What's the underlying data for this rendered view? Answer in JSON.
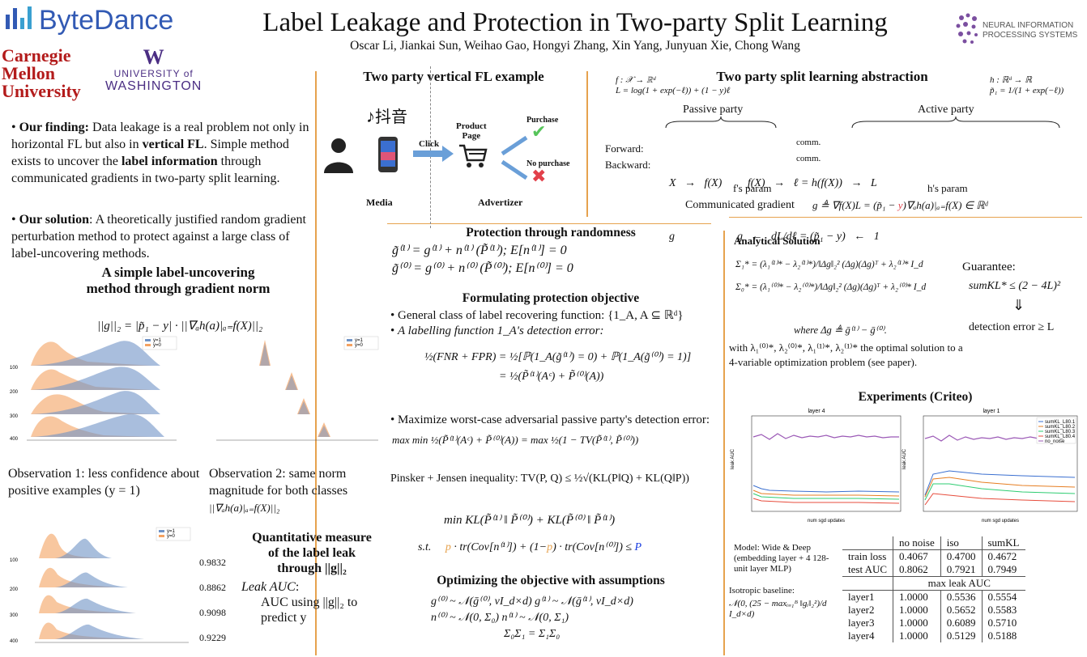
{
  "header": {
    "title": "Label Leakage and Protection in Two-party Split Learning",
    "authors": "Oscar Li, Jiankai Sun, Weihao Gao, Hongyi Zhang, Xin Yang, Junyuan Xie, Chong Wang",
    "logos": {
      "bytedance": "ByteDance",
      "cmu": [
        "Carnegie",
        "Mellon",
        "University"
      ],
      "uw_top": "UNIVERSITY of",
      "uw_bottom": "WASHINGTON",
      "neurips": [
        "NEURAL INFORMATION",
        "PROCESSING SYSTEMS"
      ]
    }
  },
  "left": {
    "finding_label": "Our finding:",
    "finding_text_a": " Data leakage is a real problem not only in horizontal FL but also in ",
    "finding_vfl": "vertical FL",
    "finding_text_b": ". Simple method exists to uncover the ",
    "finding_bold2": "label information",
    "finding_text_c": " through communicated gradients  in two-party split learning.",
    "solution_label": "Our solution",
    "solution_text": ": A theoretically justified random gradient perturbation method to protect against a large class of label-uncovering methods.",
    "method_title_1": "A simple label-uncovering",
    "method_title_2": "method through gradient norm",
    "norm_eq": "||g||₂ = |p̃₁ − y| · ||∇ₐh(a)|ₐ₌f(X)||₂",
    "obs1": "Observation 1: less confidence about positive examples (y = 1)",
    "obs2": "Observation 2: same norm magnitude for both classes",
    "obs2_sub": "||∇ₐh(a)|ₐ₌f(X)||₂",
    "quant_title": "Quantitative measure of the label leak through ||g||₂",
    "leak_auc_label": "Leak AUC",
    "leak_auc_text": "AUC using ||g||₂ to predict y",
    "leak_values": [
      "0.9832",
      "0.8862",
      "0.9098",
      "0.9229"
    ],
    "plot_y_ticks": [
      "100",
      "200",
      "300",
      "400"
    ],
    "legend": [
      "y=1",
      "y=0"
    ]
  },
  "middle": {
    "vfl_title": "Two party vertical FL example",
    "tiktok": "抖音",
    "media_label": "Media",
    "advertizer_label": "Advertizer",
    "click_label": "Click",
    "product_page": [
      "Product",
      "Page"
    ],
    "purchase": "Purchase",
    "no_purchase": "No purchase",
    "prot_title": "Protection through randomness",
    "prot_eq1": "g̃⁽¹⁾ = g⁽¹⁾ + n⁽¹⁾   (P̃⁽¹⁾);      E[n⁽¹⁾] = 0",
    "prot_eq2": "g̃⁽⁰⁾ = g⁽⁰⁾ + n⁽⁰⁾   (P̃⁽⁰⁾);      E[n⁽⁰⁾] = 0",
    "form_title": "Formulating protection objective",
    "form_b1": "General class of label recovering function: {1_A, A ⊆ ℝᵈ}",
    "form_b2": "A labelling function 1_A's detection error:",
    "form_eq1": "½(FNR + FPR) = ½[ℙ(1_A(g̃⁽¹⁾) = 0) + ℙ(1_A(g̃⁽⁰⁾) = 1)]",
    "form_eq2": "= ½(P̃⁽¹⁾(Aᶜ) + P̃⁽⁰⁾(A))",
    "max_b": "Maximize worst-case adversarial passive party's detection error:",
    "max_eq": "max min ½(P̃⁽¹⁾(Aᶜ) + P̃⁽⁰⁾(A)) = max ½(1 − TV(P̃⁽¹⁾, P̃⁽⁰⁾))",
    "pinsker": "Pinsker + Jensen inequality: TV(P, Q) ≤ ½√(KL(P‖Q) + KL(Q‖P))",
    "opt_eq1": "min KL(P̃⁽¹⁾ ‖ P̃⁽⁰⁾) + KL(P̃⁽⁰⁾ ‖ P̃⁽¹⁾)",
    "opt_st": "s.t.",
    "opt_p1": "p",
    "opt_mid": " · tr(Cov[n⁽¹⁾]) + (1−",
    "opt_p2": "p",
    "opt_end": ") · tr(Cov[n⁽⁰⁾]) ≤ ",
    "opt_P": "P",
    "assume_title": "Optimizing the objective with assumptions",
    "assume_eq1": "g⁽⁰⁾ ~ 𝒩(ḡ⁽⁰⁾, vI_d×d)   g⁽¹⁾ ~ 𝒩(ḡ⁽¹⁾, vI_d×d)",
    "assume_eq2": "n⁽⁰⁾ ~ 𝒩(0, Σ₀)          n⁽¹⁾ ~ 𝒩(0, Σ₁)",
    "assume_eq3": "Σ₀Σ₁ = Σ₁Σ₀"
  },
  "right": {
    "split_title": "Two party split learning abstraction",
    "f_def": "f : 𝒳 → ℝᵈ",
    "L_def": "L = log(1 + exp(−ℓ)) + (1 − y)ℓ",
    "h_def": "h : ℝᵈ → ℝ",
    "p_def": "p̃₁ = 1/(1 + exp(−ℓ))",
    "passive": "Passive party",
    "active": "Active party",
    "forward": "Forward:",
    "backward": "Backward:",
    "comm": "comm.",
    "fwd_chain": "X   →   f(X)         f(X)   →   ℓ = h(f(X))   →   L",
    "bwd_chain": "g                      g   ←   dL/dℓ = (p̃₁ − y)   ←   1",
    "f_param": "f's param",
    "h_param": "h's param",
    "comm_grad_label": "Communicated gradient",
    "comm_grad_eq_a": "g ≜ ∇f(X)L = (p̃₁ − ",
    "comm_grad_y": "y",
    "comm_grad_eq_b": ")∇ₐh(a)|ₐ₌f(X) ∈ ℝᵈ",
    "analytical_title": "Analytical Solution",
    "sigma1": "Σ₁* = (λ₁⁽¹⁾* − λ₂⁽¹⁾*)/‖Δg‖₂² (Δg)(Δg)ᵀ + λ₂⁽¹⁾* I_d",
    "sigma0": "Σ₀* = (λ₁⁽⁰⁾* − λ₂⁽⁰⁾*)/‖Δg‖₂² (Δg)(Δg)ᵀ + λ₂⁽⁰⁾* I_d",
    "where": "where Δg ≜ ḡ⁽¹⁾ − ḡ⁽⁰⁾.",
    "with_text": "with λ₁⁽⁰⁾*, λ₂⁽⁰⁾*, λ₁⁽¹⁾*, λ₂⁽¹⁾* the optimal solution to a 4-variable optimization problem (see paper).",
    "guarantee": "Guarantee:",
    "guarantee_eq": "sumKL* ≤ (2 − 4L)²",
    "guarantee_arrow": "⇓",
    "detect": "detection error  ≥ L",
    "exp_title": "Experiments (Criteo)",
    "plot_titles": [
      "layer 4",
      "layer 1"
    ],
    "plot_legend": [
      "sumKL_L80.1",
      "sumKL_L80.2",
      "sumKL_L80.3",
      "sumKL_L80.4",
      "no_noise"
    ],
    "plot_xlabel": "num sgd updates",
    "plot_ylabel": "leak AUC",
    "model": "Model: Wide & Deep (embedding layer + 4 128-unit layer MLP)",
    "iso_base": "Isotropic baseline:",
    "iso_eq": "𝒩(0, (25 − maxᵢ₌₁ᴮ ‖gᵢ‖₂²)/d I_d×d)",
    "table": {
      "headers": [
        "",
        "no noise",
        "iso",
        "sumKL"
      ],
      "rows1": [
        [
          "train loss",
          "0.4067",
          "0.4700",
          "0.4672"
        ],
        [
          "test AUC",
          "0.8062",
          "0.7921",
          "0.7949"
        ]
      ],
      "subheader": "max leak AUC",
      "rows2": [
        [
          "layer1",
          "1.0000",
          "0.5536",
          "0.5554"
        ],
        [
          "layer2",
          "1.0000",
          "0.5652",
          "0.5583"
        ],
        [
          "layer3",
          "1.0000",
          "0.6089",
          "0.5710"
        ],
        [
          "layer4",
          "1.0000",
          "0.5129",
          "0.5188"
        ]
      ]
    }
  },
  "colors": {
    "accent_line": "#e6a24e",
    "orange_dist": "#f4a261",
    "blue_dist": "#6f93c6",
    "green_check": "#56c45a",
    "red_x": "#e2404a",
    "arrow_blue": "#6a9fd8",
    "purple": "#9b59b6",
    "bytedance_blue": "#325ab4",
    "cmu_red": "#b31b1b",
    "uw_purple": "#4b2e83"
  }
}
